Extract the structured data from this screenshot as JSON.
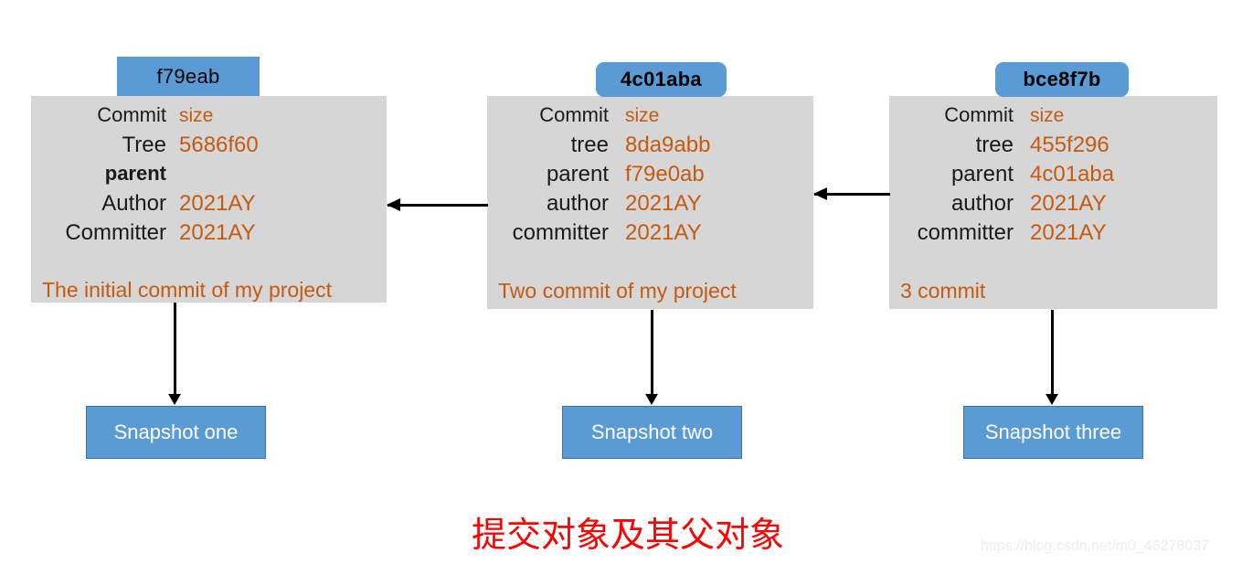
{
  "diagram": {
    "caption": "提交对象及其父对象",
    "watermark": "https://blog.csdn.net/m0_46278037",
    "colors": {
      "blue": "#5b9bd5",
      "panel_gray": "#d6d6d6",
      "orange": "#c55a11",
      "caption_red": "#ff0000",
      "arrow_black": "#000000"
    }
  },
  "commits": [
    {
      "id": "f79eab",
      "badge_style": "square",
      "rows": [
        {
          "label": "Commit",
          "value": "size"
        },
        {
          "label": "Tree",
          "value": "5686f60"
        },
        {
          "label": "parent",
          "value": ""
        },
        {
          "label": "Author",
          "value": "2021AY"
        },
        {
          "label": "Committer",
          "value": "2021AY"
        }
      ],
      "message": "The initial commit of my project",
      "snapshot": "Snapshot one"
    },
    {
      "id": "4c01aba",
      "badge_style": "rounded",
      "rows": [
        {
          "label": "Commit",
          "value": "size"
        },
        {
          "label": "tree",
          "value": "8da9abb"
        },
        {
          "label": "parent",
          "value": "f79e0ab"
        },
        {
          "label": "author",
          "value": "2021AY"
        },
        {
          "label": "committer",
          "value": "2021AY"
        }
      ],
      "message": "Two commit of my project",
      "snapshot": "Snapshot two"
    },
    {
      "id": "bce8f7b",
      "badge_style": "rounded",
      "rows": [
        {
          "label": "Commit",
          "value": "size"
        },
        {
          "label": "tree",
          "value": "455f296"
        },
        {
          "label": "parent",
          "value": "4c01aba"
        },
        {
          "label": "author",
          "value": "2021AY"
        },
        {
          "label": "committer",
          "value": "2021AY"
        }
      ],
      "message": "3 commit",
      "snapshot": "Snapshot three"
    }
  ]
}
